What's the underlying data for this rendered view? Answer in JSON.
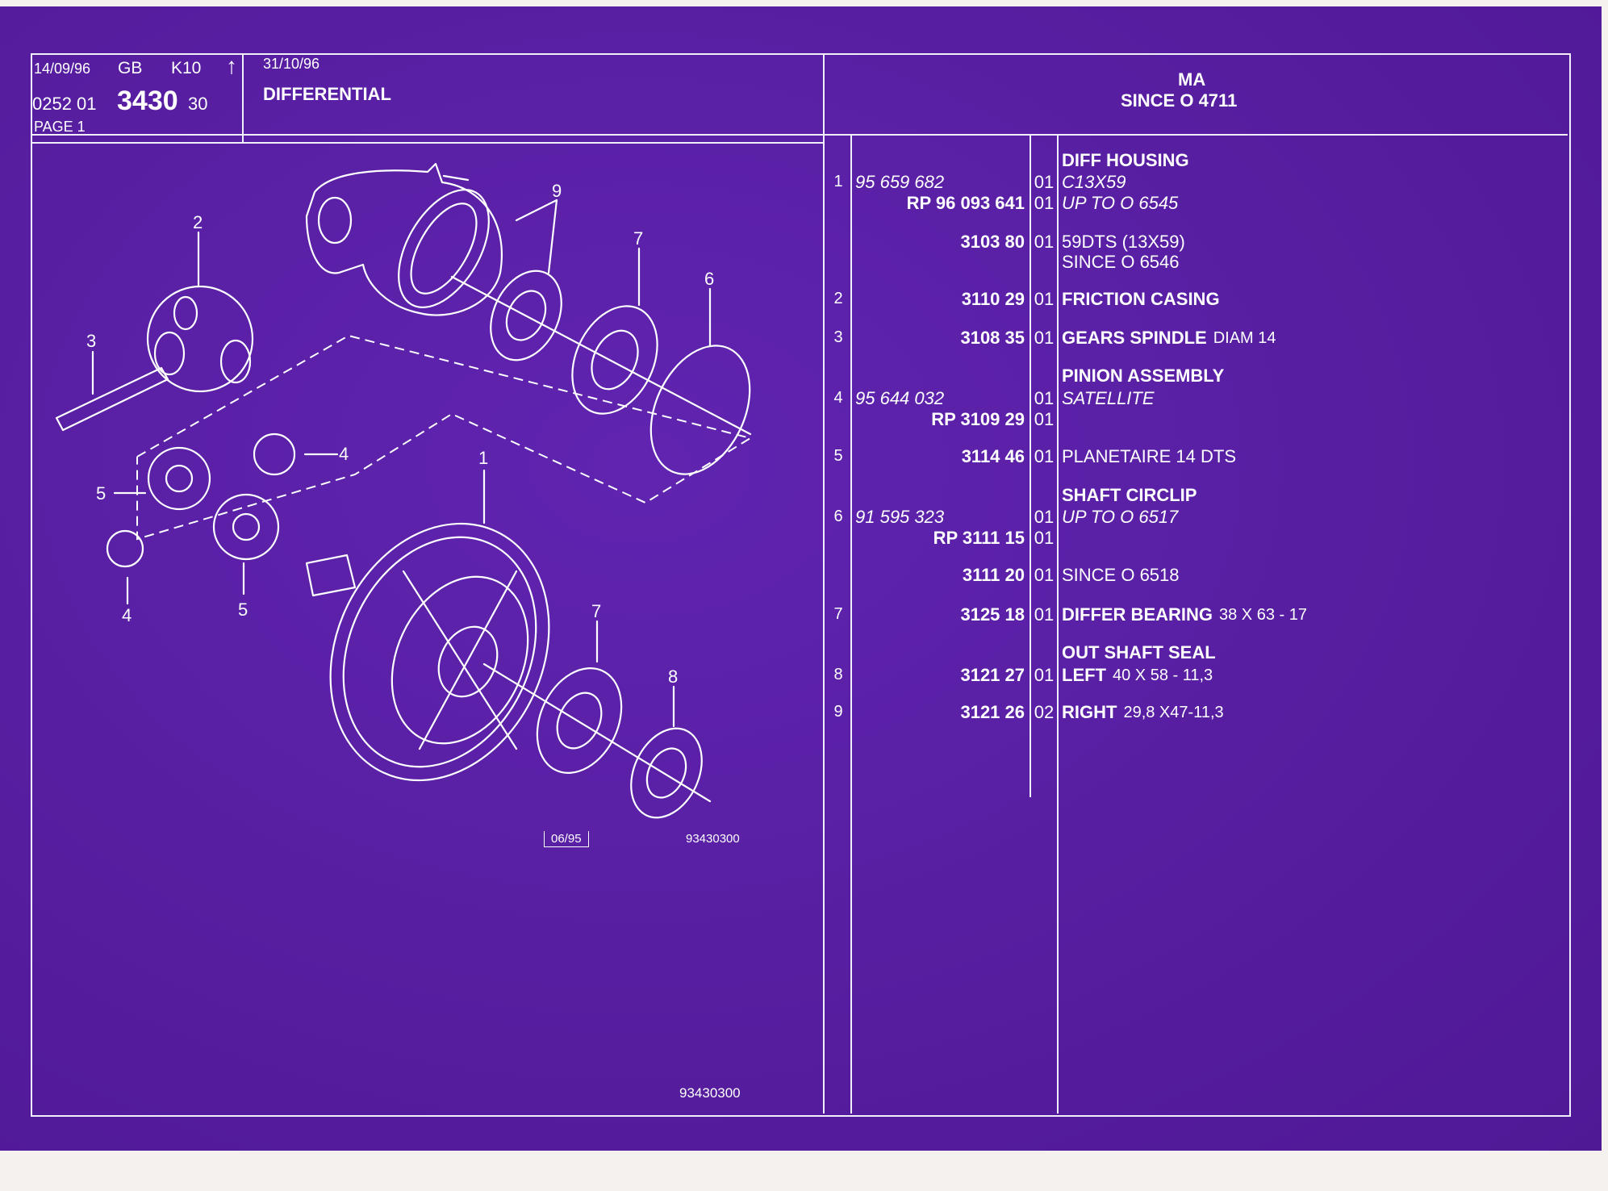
{
  "header": {
    "date_issue": "14/09/96",
    "country": "GB",
    "catalog": "K10",
    "arrow": "↑",
    "date_update": "31/10/96",
    "ref_prefix": "0252  01",
    "group": "3430",
    "ref_suffix": "30",
    "page": "PAGE  1",
    "title": "DIFFERENTIAL",
    "model": "MA",
    "applicability": "SINCE  O   4711"
  },
  "illustration": {
    "date_tag": "06/95",
    "ref_code": "93430300",
    "footer_code": "93430300",
    "callouts": [
      "1",
      "2",
      "3",
      "4",
      "4",
      "5",
      "5",
      "6",
      "7",
      "7",
      "8",
      "9"
    ]
  },
  "parts": [
    {
      "num": "1",
      "heading": "DIFF HOUSING",
      "lines": [
        {
          "ref": "95 659 682",
          "ref_italic": true,
          "qty": "01",
          "desc": "C13X59",
          "desc_italic": true
        },
        {
          "ref": "RP   96 093 641",
          "qty": "01",
          "desc": "UP  TO  O  6545",
          "desc_italic": true
        },
        {
          "ref": "3103 80",
          "qty": "01",
          "desc": "59DTS (13X59)"
        },
        {
          "desc": "SINCE  O  6546"
        }
      ]
    },
    {
      "num": "2",
      "lines": [
        {
          "ref": "3110 29",
          "qty": "01",
          "desc_bold": "FRICTION CASING"
        }
      ]
    },
    {
      "num": "3",
      "lines": [
        {
          "ref": "3108 35",
          "qty": "01",
          "desc_bold": "GEARS SPINDLE",
          "desc": "DIAM 14"
        }
      ]
    },
    {
      "num": "4",
      "heading": "PINION ASSEMBLY",
      "lines": [
        {
          "ref": "95 644 032",
          "ref_italic": true,
          "qty": "01",
          "desc": "SATELLITE",
          "desc_italic": true
        },
        {
          "ref": "RP  3109 29",
          "qty": "01"
        }
      ]
    },
    {
      "num": "5",
      "lines": [
        {
          "ref": "3114 46",
          "qty": "01",
          "desc": "PLANETAIRE 14 DTS"
        }
      ]
    },
    {
      "num": "6",
      "heading": "SHAFT CIRCLIP",
      "lines": [
        {
          "ref": "91 595 323",
          "ref_italic": true,
          "qty": "01",
          "desc": "UP  TO  O  6517",
          "desc_italic": true
        },
        {
          "ref": "RP  3111 15",
          "qty": "01"
        },
        {
          "ref": "3111 20",
          "qty": "01",
          "desc": "SINCE  O  6518"
        }
      ]
    },
    {
      "num": "7",
      "lines": [
        {
          "ref": "3125 18",
          "qty": "01",
          "desc_bold": "DIFFER BEARING",
          "desc": "38 X 63 - 17"
        }
      ]
    },
    {
      "num": "8",
      "heading": "OUT SHAFT SEAL",
      "lines": [
        {
          "ref": "3121 27",
          "qty": "01",
          "desc_bold": "LEFT",
          "desc": "40 X 58 - 11,3"
        }
      ]
    },
    {
      "num": "9",
      "lines": [
        {
          "ref": "3121 26",
          "qty": "02",
          "desc_bold": "RIGHT",
          "desc": "29,8 X47-11,3"
        }
      ]
    }
  ]
}
